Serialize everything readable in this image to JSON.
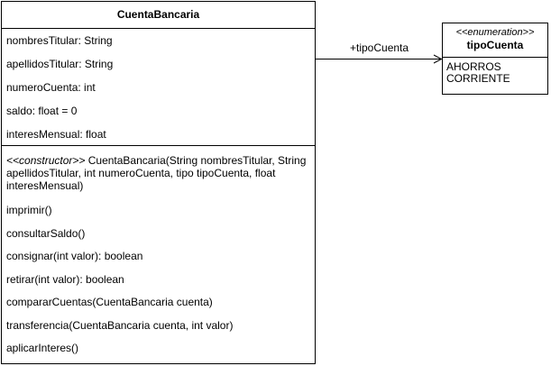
{
  "class": {
    "name": "CuentaBancaria",
    "attributes": [
      "nombresTitular: String",
      "apellidosTitular: String",
      "numeroCuenta: int",
      "saldo: float = 0",
      "interesMensual: float"
    ],
    "constructor": {
      "stereotype": "<<constructor>>",
      "signature": " CuentaBancaria(String nombresTitular, String apellidosTitular, int numeroCuenta, tipo tipoCuenta, float interesMensual)"
    },
    "operations": [
      "imprimir()",
      "consultarSaldo()",
      "consignar(int valor): boolean",
      "retirar(int valor): boolean",
      "compararCuentas(CuentaBancaria cuenta)",
      "transferencia(CuentaBancaria cuenta, int valor)",
      "aplicarInteres()"
    ]
  },
  "association": {
    "label": "+tipoCuenta"
  },
  "enumeration": {
    "stereotype": "<<enumeration>>",
    "name": "tipoCuenta",
    "values": [
      "AHORROS",
      "CORRIENTE"
    ]
  }
}
